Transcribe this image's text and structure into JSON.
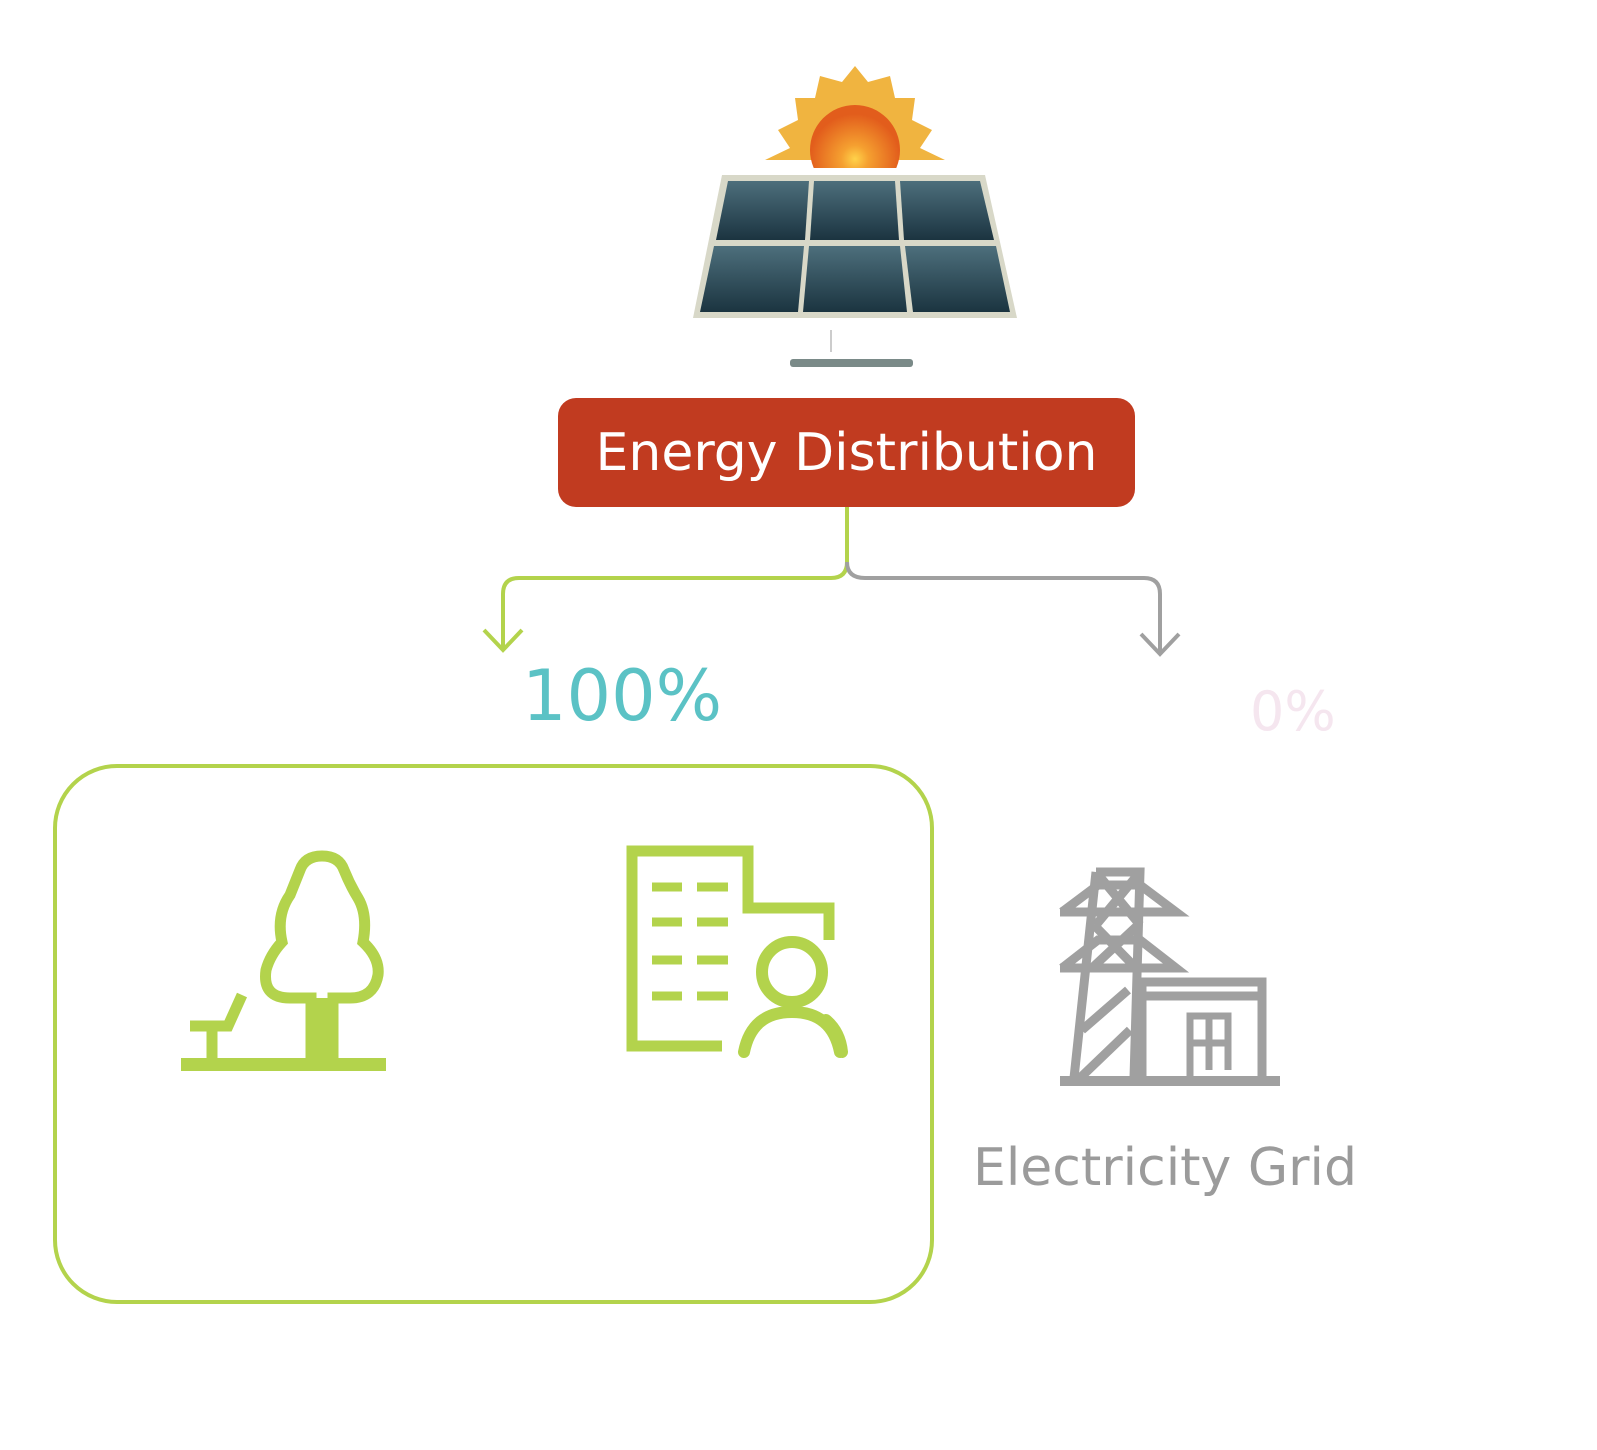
{
  "title": "Energy Distribution",
  "left_branch": {
    "percent": "100%",
    "value": 100,
    "items": [
      "park-icon",
      "office-building-icon"
    ]
  },
  "right_branch": {
    "percent": "0%",
    "value": 0,
    "label": "Electricity Grid",
    "icon": "power-pylon-icon"
  },
  "colors": {
    "title_bg": "#c13b20",
    "green": "#b3d34c",
    "teal": "#5bc2c5",
    "gray": "#a0a0a0",
    "faint_pink": "#f5e6ef"
  }
}
